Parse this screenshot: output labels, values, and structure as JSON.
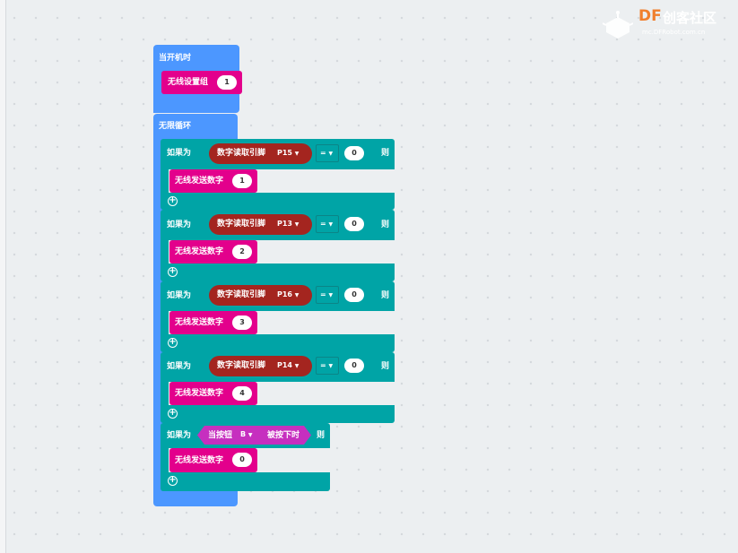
{
  "logo": {
    "brand": "DF",
    "text": "创客社区",
    "url": "mc.DFRobot.com.cn"
  },
  "start_block": {
    "label": "当开机时",
    "set_group_label": "无线设置组",
    "group": "1"
  },
  "forever_block": {
    "label": "无限循环"
  },
  "if_blocks": [
    {
      "if_label": "如果为",
      "read_label": "数字读取引脚",
      "pin": "P15",
      "op": "=",
      "value": "0",
      "then_label": "则",
      "send_label": "无线发送数字",
      "send_value": "1"
    },
    {
      "if_label": "如果为",
      "read_label": "数字读取引脚",
      "pin": "P13",
      "op": "=",
      "value": "0",
      "then_label": "则",
      "send_label": "无线发送数字",
      "send_value": "2"
    },
    {
      "if_label": "如果为",
      "read_label": "数字读取引脚",
      "pin": "P16",
      "op": "=",
      "value": "0",
      "then_label": "则",
      "send_label": "无线发送数字",
      "send_value": "3"
    },
    {
      "if_label": "如果为",
      "read_label": "数字读取引脚",
      "pin": "P14",
      "op": "=",
      "value": "0",
      "then_label": "则",
      "send_label": "无线发送数字",
      "send_value": "4"
    }
  ],
  "button_if": {
    "if_label": "如果为",
    "button_label": "当按钮",
    "button": "B",
    "pressed_label": "被按下时",
    "then_label": "则",
    "send_label": "无线发送数字",
    "send_value": "0"
  },
  "icons": {
    "dropdown": "▼",
    "add": "+"
  }
}
